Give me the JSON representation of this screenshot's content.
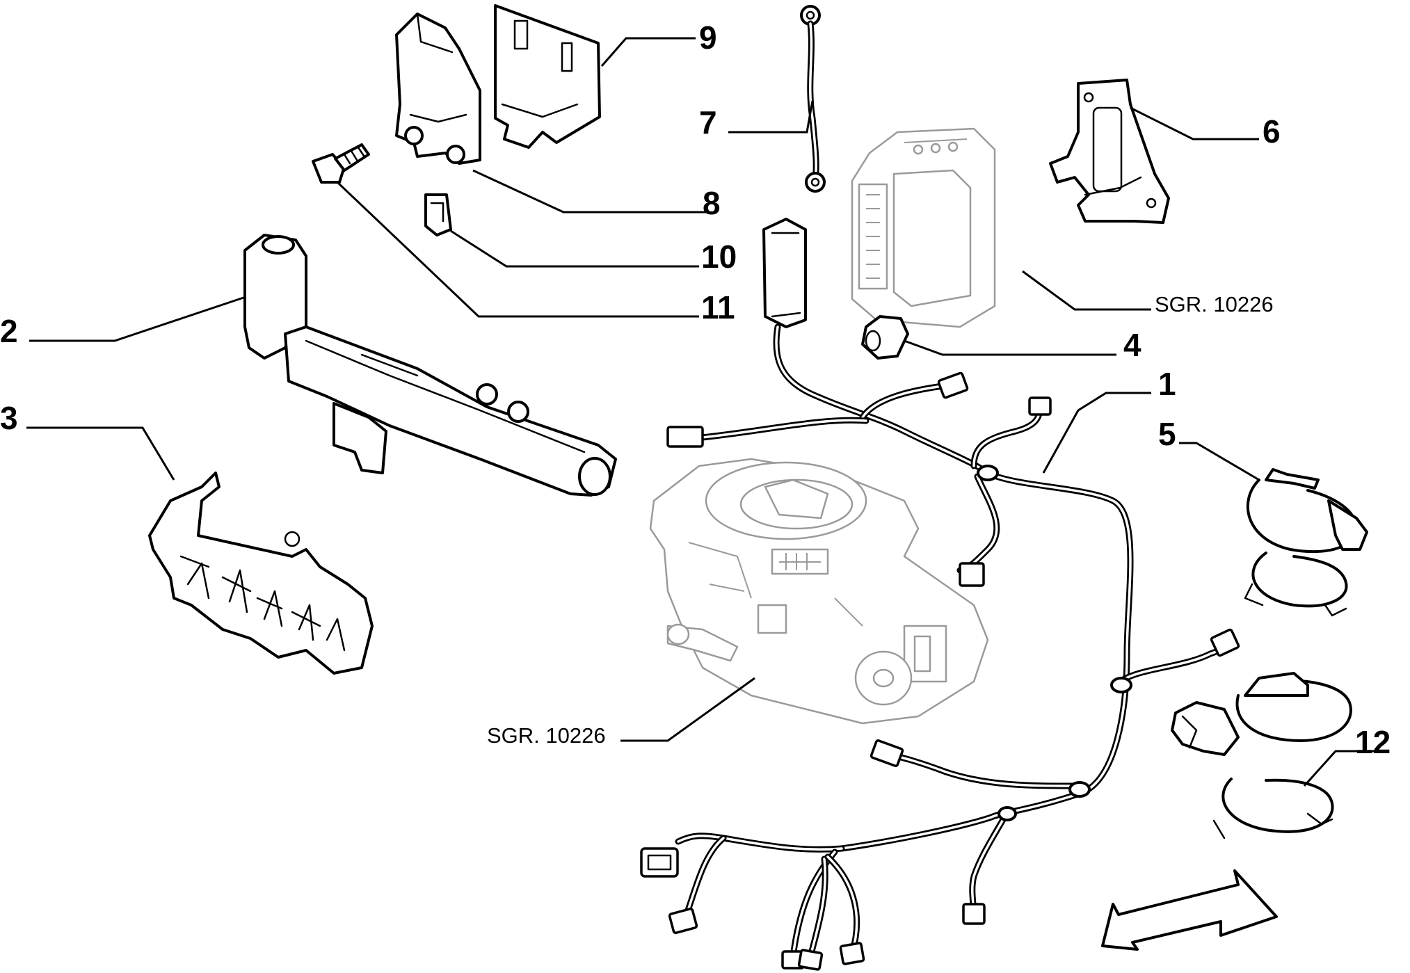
{
  "callouts": {
    "c1": "1",
    "c2": "2",
    "c3": "3",
    "c4": "4",
    "c5": "5",
    "c6": "6",
    "c7": "7",
    "c8": "8",
    "c9": "9",
    "c10": "10",
    "c11": "11",
    "c12": "12"
  },
  "references": {
    "ecu_ref": "SGR. 10226",
    "throttle_ref": "SGR. 10226"
  },
  "colors": {
    "line": "#000000",
    "ghost": "#9a9a9a",
    "background": "#ffffff"
  }
}
